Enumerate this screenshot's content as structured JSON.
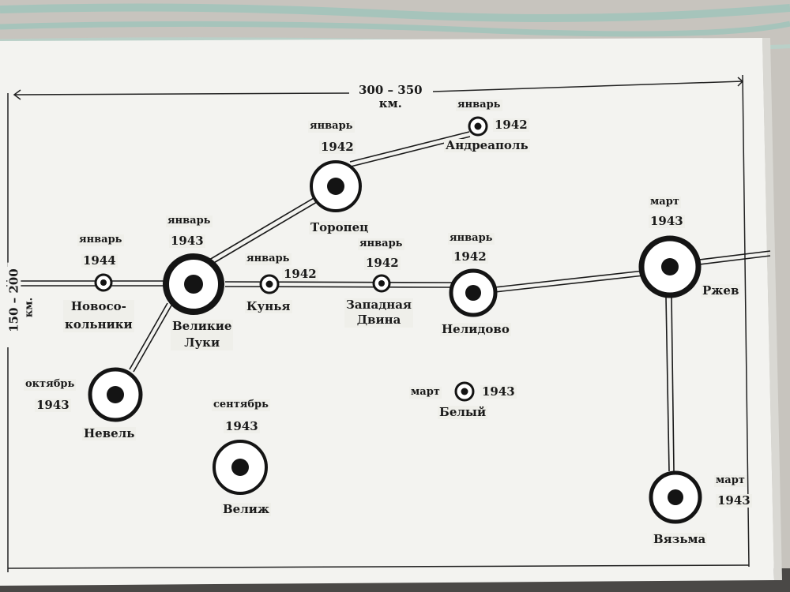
{
  "colors": {
    "cloth": "#a9c8bf",
    "paper": "#f4f4f1",
    "ink": "#141414"
  },
  "dimensions": {
    "width_range": "300 – 350",
    "width_unit": "км.",
    "height_range": "150 – 200",
    "height_unit": "км."
  },
  "cities": {
    "andreapol": {
      "name": "Андреаполь",
      "month": "январь",
      "year": "1942"
    },
    "toropets": {
      "name": "Торопец",
      "month": "январь",
      "year": "1942"
    },
    "velikie_luki": {
      "name1": "Великие",
      "name2": "Луки",
      "month": "январь",
      "year": "1943"
    },
    "novosokolniki": {
      "name1": "Новосо-",
      "name2": "кольники",
      "month": "январь",
      "year": "1944"
    },
    "kunya": {
      "name": "Кунья",
      "month": "январь",
      "year": "1942"
    },
    "zapadnaya_dvina": {
      "name1": "Западная",
      "name2": "Двина",
      "month": "январь",
      "year": "1942"
    },
    "nelidovo": {
      "name": "Нелидово",
      "month": "январь",
      "year": "1942"
    },
    "rzhev": {
      "name": "Ржев",
      "month": "март",
      "year": "1943"
    },
    "nevel": {
      "name": "Невель",
      "month": "октябрь",
      "year": "1943"
    },
    "velizh": {
      "name": "Велиж",
      "month": "сентябрь",
      "year": "1943"
    },
    "bely": {
      "name": "Белый",
      "month": "март",
      "year": "1943"
    },
    "vyazma": {
      "name": "Вязьма",
      "month": "март",
      "year": "1943"
    }
  }
}
